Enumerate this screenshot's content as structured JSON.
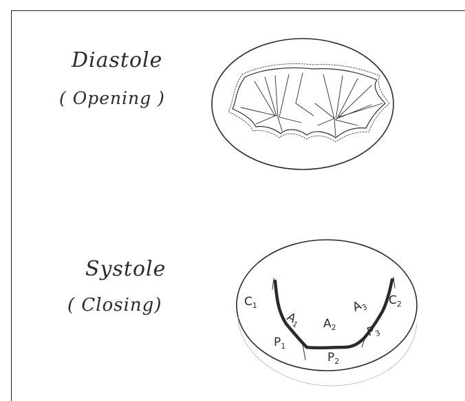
{
  "diastole": {
    "title": "Diastole",
    "subtitle": "( Opening )"
  },
  "systole": {
    "title": "Systole",
    "subtitle": "( Closing)",
    "scallops": {
      "c1": {
        "base": "C",
        "sub": "1"
      },
      "a1": {
        "base": "A",
        "sub": "1"
      },
      "a2": {
        "base": "A",
        "sub": "2"
      },
      "a3": {
        "base": "A",
        "sub": "3"
      },
      "c2": {
        "base": "C",
        "sub": "2"
      },
      "p1": {
        "base": "P",
        "sub": "1"
      },
      "p2": {
        "base": "P",
        "sub": "2"
      },
      "p3": {
        "base": "P",
        "sub": "3"
      }
    }
  },
  "colors": {
    "ink": "#2a2a2a",
    "paper": "#ffffff"
  }
}
